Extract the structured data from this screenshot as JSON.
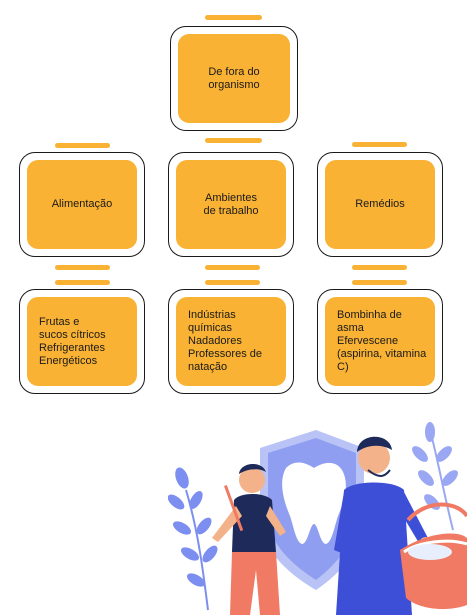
{
  "diagram": {
    "root": {
      "label": "De fora do\norganismo"
    },
    "categories": [
      {
        "label": "Alimentação",
        "examples": "Frutas e\nsucos cítricos\nRefrigerantes\nEnergéticos"
      },
      {
        "label": "Ambientes\nde trabalho",
        "examples": "Indústrias\nquímicas\nNadadores\nProfessores de\nnatação"
      },
      {
        "label": "Remédios",
        "examples": "Bombinha de asma\nEfervescene\n(aspirina, vitamina\nC)"
      }
    ]
  },
  "colors": {
    "accent": "#f9b233",
    "outline": "#1a1a1a",
    "shirt_blue": "#3d4fd6",
    "navy": "#1e2a5a",
    "leaf_blue": "#7c8ff0"
  },
  "illustration": {
    "icons": [
      "tooth-shield-icon",
      "child-figure",
      "adult-figure",
      "leaf-decoration",
      "basket-icon"
    ]
  }
}
